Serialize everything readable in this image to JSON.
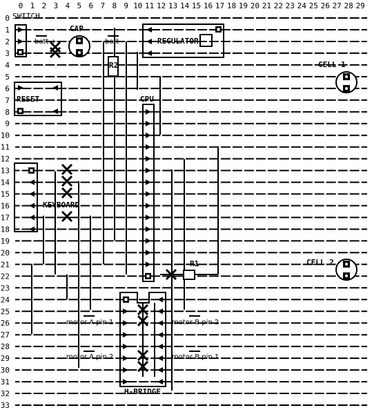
{
  "grid": {
    "columns": [
      "0",
      "1",
      "2",
      "3",
      "4",
      "5",
      "6",
      "7",
      "8",
      "9",
      "10",
      "11",
      "12",
      "13",
      "14",
      "15",
      "16",
      "17",
      "18",
      "19",
      "20",
      "21",
      "22",
      "23",
      "24",
      "25",
      "26",
      "27",
      "28",
      "29"
    ],
    "rows": [
      "0",
      "1",
      "2",
      "3",
      "4",
      "5",
      "6",
      "7",
      "8",
      "9",
      "10",
      "11",
      "12",
      "13",
      "14",
      "15",
      "16",
      "17",
      "18",
      "19",
      "20",
      "21",
      "22",
      "23",
      "24",
      "25",
      "26",
      "27",
      "28",
      "29",
      "30",
      "31",
      "32",
      "33"
    ]
  },
  "components": {
    "switch": "SWITCH",
    "cap": "CAP",
    "regulator": "REGULATOR",
    "cell1": "CELL 1",
    "cell2": "CELL 2",
    "reset": "RESET",
    "cpu": "CPU",
    "r2": "R2",
    "r1": "R1",
    "keyboard": "KEYBOARD",
    "hbridge": "H-BRIDGE"
  },
  "pin_labels": {
    "batt_plus": "batt +",
    "batt_minus": "batt -",
    "motor_a_pin1": "motor A pin 1",
    "motor_a_pin2": "motor A pin 2",
    "motor_b_pin2": "motor B pin 2",
    "motor_b_pin1": "motor B pin 1"
  },
  "colors": {
    "strip": "#000000",
    "hole": "#ffffff",
    "background": "#ffffff"
  }
}
